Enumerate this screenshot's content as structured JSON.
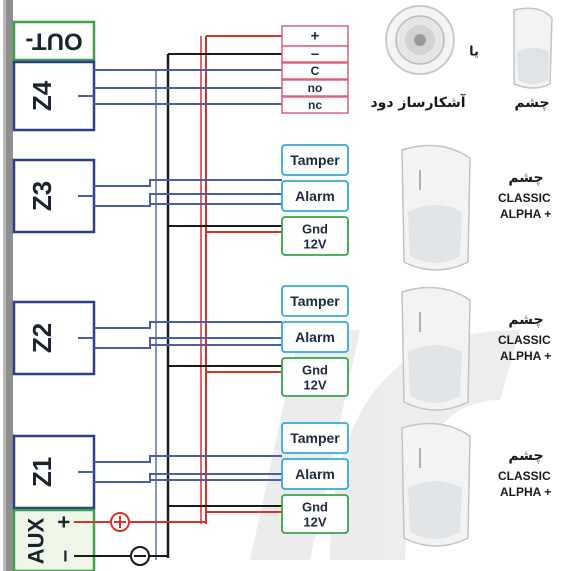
{
  "panel": {
    "out_label": "OUT-",
    "zones": [
      "Z4",
      "Z3",
      "Z2",
      "Z1"
    ],
    "aux_label": "AUX",
    "aux_plus": "+",
    "aux_minus": "–"
  },
  "terminals": {
    "power_plus": "+",
    "power_minus": "–",
    "relay": [
      "C",
      "no",
      "nc"
    ],
    "tamper": "Tamper",
    "alarm": "Alarm",
    "gnd": "Gnd",
    "v12": "12V"
  },
  "devices": {
    "smoke_label": "آشکارساز دود",
    "or_label": "یا",
    "pir_label": "چشم",
    "sensor_label": "چشم",
    "model_line1": "CLASSIC",
    "model_line2": "ALPHA +"
  },
  "colors": {
    "zone_blue": "#2c3f8f",
    "relay_pink": "#e0607a",
    "terminal_cyan": "#35a9d8",
    "gnd_green": "#3aa34a",
    "red_wire": "#d9322b",
    "black_wire": "#1a1a1a",
    "panel_gray": "#8e8e8e"
  }
}
